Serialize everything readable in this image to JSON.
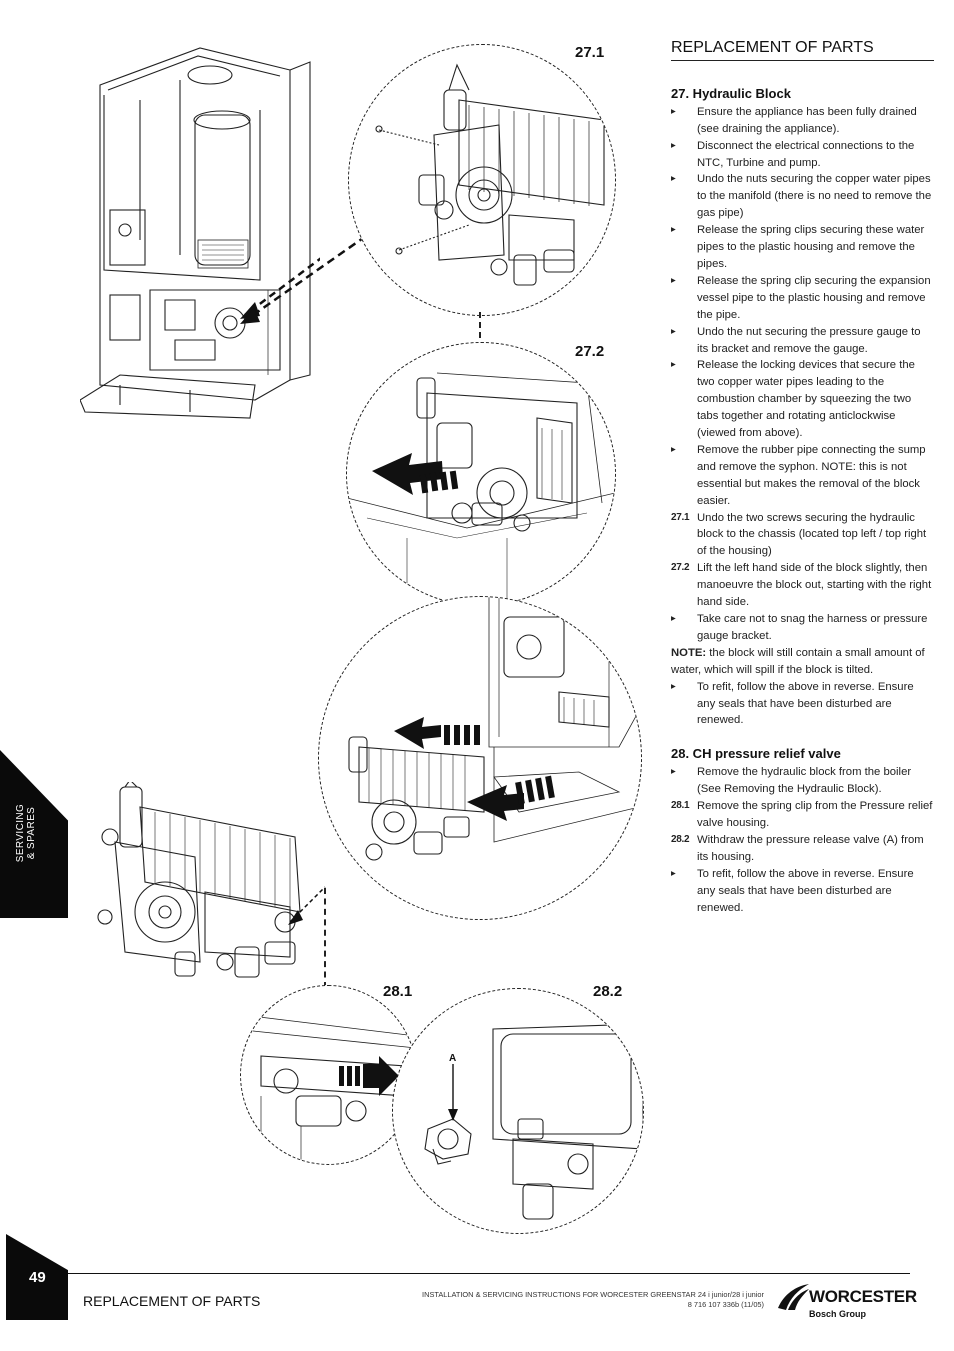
{
  "header": {
    "title": "REPLACEMENT OF PARTS"
  },
  "figures": {
    "f27_1": "27.1",
    "f27_2": "27.2",
    "f28_1": "28.1",
    "f28_2": "28.2",
    "callout_a": "A"
  },
  "section27": {
    "title": "27. Hydraulic Block",
    "items": [
      {
        "marker": "▸",
        "text": "Ensure the appliance has been fully drained (see draining the appliance)."
      },
      {
        "marker": "▸",
        "text": "Disconnect the electrical connections to the NTC, Turbine and pump."
      },
      {
        "marker": "▸",
        "text": "Undo the nuts securing the copper water pipes to the manifold (there is no need to remove the gas pipe)"
      },
      {
        "marker": "▸",
        "text": "Release the spring clips securing these water pipes to the plastic housing and remove the pipes."
      },
      {
        "marker": "▸",
        "text": "Release the spring clip securing the expansion vessel pipe to the plastic housing and remove the pipe."
      },
      {
        "marker": "▸",
        "text": "Undo the nut securing the pressure gauge to its bracket and remove the gauge."
      },
      {
        "marker": "▸",
        "text": "Release the locking devices that secure the two copper water pipes leading to the combustion chamber by squeezing the two tabs together and rotating anticlockwise (viewed  from above)."
      },
      {
        "marker": "▸",
        "text": "Remove the rubber pipe connecting the sump and remove the syphon. NOTE: this is not essential but makes the removal of the block easier."
      },
      {
        "marker": "27.1",
        "text": "Undo the two screws securing the hydraulic block to the chassis (located top left / top right of the housing)"
      },
      {
        "marker": "27.2",
        "text": "Lift the left hand side of the block slightly, then manoeuvre the block out, starting with the right hand side."
      },
      {
        "marker": "▸",
        "text": "Take care not to snag the harness or pressure gauge bracket."
      }
    ],
    "note_label": "NOTE:",
    "note_text": " the block will still contain a small amount of water, which will spill if the block is tilted.",
    "refit": {
      "marker": "▸",
      "text": "To refit, follow the above in reverse. Ensure any seals that have been disturbed are renewed."
    }
  },
  "section28": {
    "title": "28. CH pressure relief valve",
    "items": [
      {
        "marker": "▸",
        "text": "Remove the hydraulic block from the boiler (See Removing the Hydraulic Block)."
      },
      {
        "marker": "28.1",
        "text": "Remove the spring clip from the Pressure relief valve housing."
      },
      {
        "marker": "28.2",
        "text": "Withdraw the pressure release valve (A) from its housing."
      },
      {
        "marker": "▸",
        "text": "To refit, follow the above in reverse. Ensure any seals that have been disturbed are renewed."
      }
    ]
  },
  "side_tab": {
    "line1": "SERVICING",
    "line2": "& SPARES"
  },
  "footer": {
    "page_number": "49",
    "left": "REPLACEMENT OF PARTS",
    "doc_line1": "INSTALLATION & SERVICING INSTRUCTIONS FOR WORCESTER GREENSTAR 24 i junior/28 i junior",
    "doc_line2": "8 716 107 336b (11/05)",
    "brand": "WORCESTER",
    "brand_sub": "Bosch Group"
  }
}
